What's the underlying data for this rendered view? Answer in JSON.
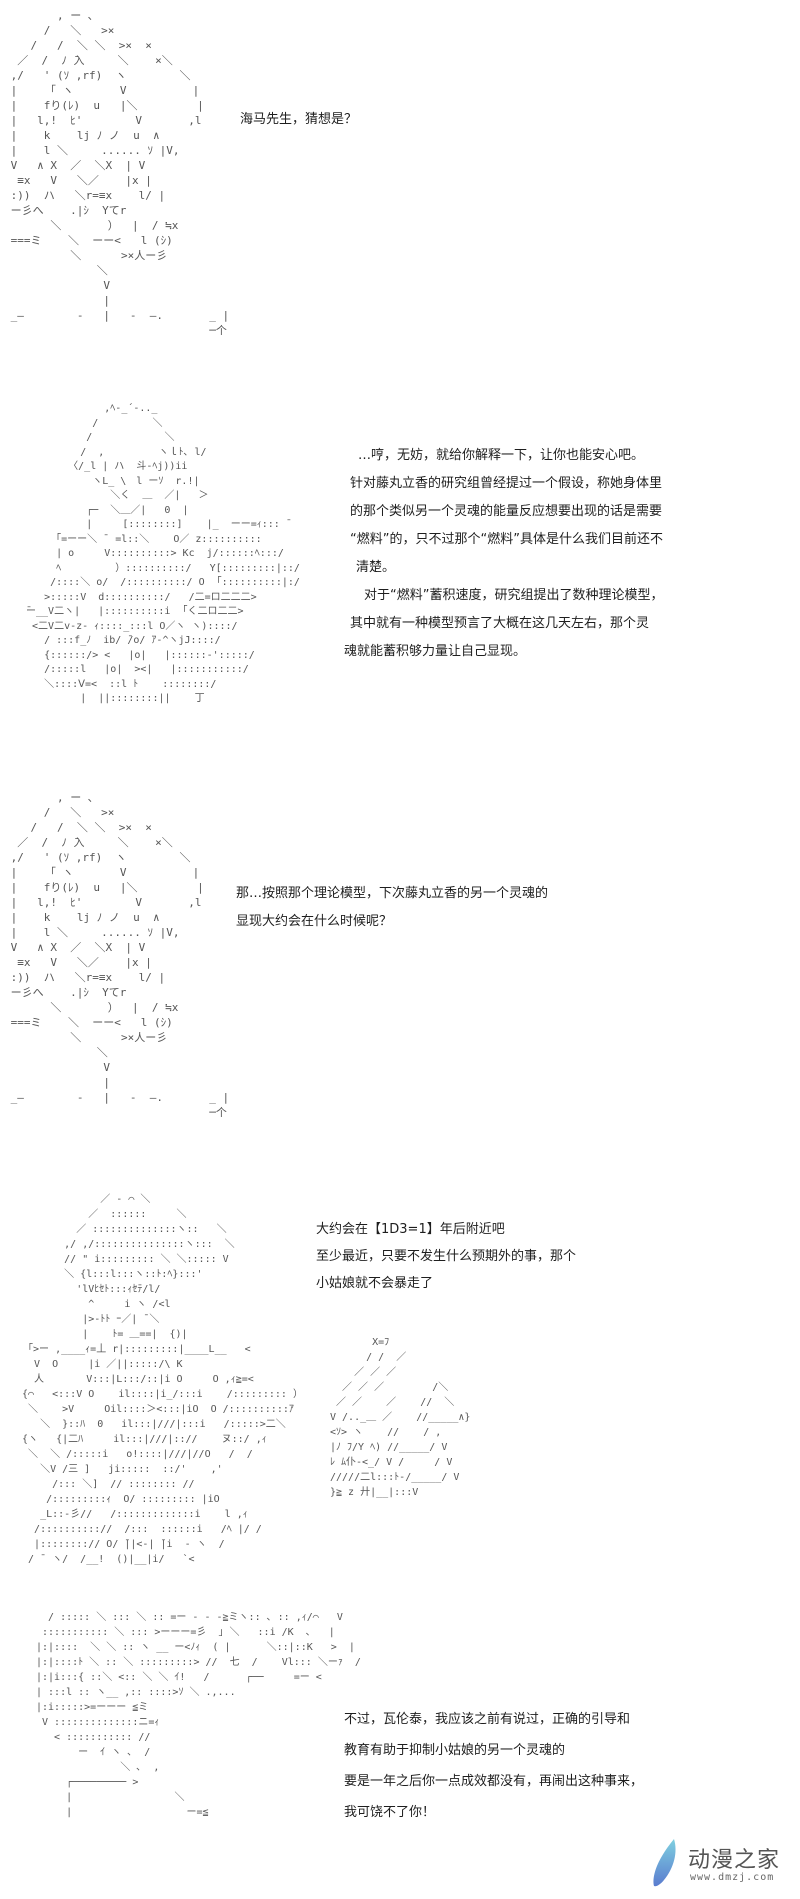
{
  "page": {
    "type": "ascii-art comic page",
    "background": "#ffffff"
  },
  "panels": [
    {
      "id": 1,
      "character": "AA character A (girl with hair bun)",
      "dialogue": [
        "海马先生，猜想是？"
      ]
    },
    {
      "id": 2,
      "character": "AA character B (seated figure)",
      "dialogue": [
        "…哼，无妨，就给你解释一下，让你也能安心吧。",
        "针对藤丸立香的研究组曾经提过一个假设，称她身体里",
        "的那个类似另一个灵魂的能量反应想要出现的话是需要",
        "“燃料”的，只不过那个“燃料”具体是什么我们目前还不",
        "清楚。",
        "对于“燃料”蓄积速度，研究组提出了数种理论模型，",
        "其中就有一种模型预言了大概在这几天左右，那个灵",
        "魂就能蓄积够力量让自己显现。"
      ]
    },
    {
      "id": 3,
      "character": "AA character A (girl with hair bun)",
      "dialogue": [
        "那…按照那个理论模型，下次藤丸立香的另一个灵魂的",
        "显现大约会在什么时候呢？"
      ]
    },
    {
      "id": 4,
      "character": "AA character B (standing with machinery)",
      "dialogue": [
        "大约会在【1D3=1】年后附近吧",
        "至少最近，只要不发生什么预期外的事，那个",
        "小姑娘就不会暴走了"
      ]
    },
    {
      "id": 5,
      "character": "AA character B (close-up face)",
      "dialogue": [
        "不过，瓦伦泰，我应该之前有说过，正确的引导和",
        "教育有助于抑制小姑娘的另一个灵魂的",
        "要是一年之后你一点成效都没有，再闹出这种事来，",
        "我可饶不了你！"
      ]
    }
  ],
  "ascii_art": {
    "p1": "        , ー ､\n      /   ＼   >×\n    /   /  ＼ ＼  >×  ×\n  ／  /  ﾉ ̄入     ＼    ×＼\n ,/   ' (ｿ ,rf)  ヽ        ＼\n |     ｢ ヽ       V          |\n |    fり(ﾚ)  u   |＼         |\n |   l,!  ﾋ'        V       ,l\n |    k    lj ﾉ ノ  u  ∧\n |    l ＼     ...... ｿ |V,\n V   ∧ X  ／  ＼X  | V\n  ≡x   V   ＼／    |x |\n :))  ハ   ＼r=≡x    l/ |\n ー彡へ    .|ｼ  Yてr\n       ＼       ）  |  / ≒x\n ===ミ    ＼  ーー<   l (ｼ)\n          ＼      >×人ー彡\n              ＼\n               V\n               |\n _—        -   |   -  —.       _ |\n                               ─个",
    "p2": "              ,ﾍ‐_´‐.._\n            /         ＼\n           /            ＼\n          /  ,         ヽｌﾄ､ l/\n        〈/_l | ハ  斗‐ﾍj))ii\n            ヽL_ \\　l ーｿ  r.!|\n               ＼く  ＿  ／|   ＞\n           ┌─  ＼＿／|   0  |\n           |     [::::::::]    |_  ーー=ｨ::: ̄\n      ｢=ーー＼ ̄  =l::＼    O／ z::::::::::\n      | o     V::::::::::> Kc  j/::::::ﾍ:::/\n      ﾍ         ）::::::::::/   Y[:::::::::|::/\n     /::::＼ o/  /::::::::::/ O  ｢::::::::::|:/\n    >:::::V  d::::::::::/   /二=ロ二二二>\n ̄ー__V二ヽ|   |::::::::::i  ｢く二ロ二二>\n  <二V二v‐z‐ ｨ::::_:::l O／ヽ ヽ)::::/\n    / :::f_ﾉ  ib/ ̄/o/ ｱ‐^ヽjJ::::/\n    {::::::/> <   |o|   |::::::‐':::::/\n    /:::::l   |o|  ><|   |:::::::::::/\n    ＼::::Ⅴ=<  ::l ﾄ    ::::::::/\n          |  ||::::::::||    丁",
    "p4": "              ／ ‐ ⌒ ＼\n            ／  ::::::     ＼\n          ／ ::::::::::::::ヽ::   ＼\n        ,/ ,/:::::::::::::::ヽ:::  ＼\n        // \" i::::::::: ＼ ＼::::: V\n        ＼ {l:::l:::ヽ::ﾄ:ﾍ}:::'\n          'lVﾋｾﾄ:::ｨｾﾃ/l/\n            ^     i ヽ /<l\n           |>‐ﾄﾄ ｰ／| ̄ ＼\n           |    ﾄ= ＿==|  {)|\n  ｢>ー ,____ｨ=丄 r|:::::::::|____L__   <\n   V  O     |i ／||:::::/\\ K\n   人       V:::|L:::/::|i O     O ,ｨ≧=<\n {⌒   <:::V O    il::::|i_/:::i    /::::::::: ）\n  ＼    >V     Oil::::＞<:::|iO  O /::::::::::ｱ\n    ＼  }::ﾊ  0   il:::|///|:::i   /:::::>二＼\n {ヽ   {|二ﾊ     il:::|///|:://    ヌ::/ ,ｨ\n  ＼  ＼ /:::::i   o!::::|///|//O   /  /\n    ＼V /三 ]   ji:::::  ::/'    ,'\n      /::: ＼]  // :::::::: //\n     /:::::::::ｨ  O/ ::::::::: |iO\n    _L::‐彡//   /:::::::::::::i    l ,ｨ\n   /:::::::::://  /:::  ::::::i   /ﾍ |/ /\n   |::::::::// O/ ̄||<‐| ̄|i  ‐ ヽ  /\n  / ̄  ヽ/  /__!  ()|__|i/   `<",
    "p4b": "       X=ﾌ\n      / /  ／\n    ／ ／ ／\n  ／ ／ ／        /＼\n ／ ／    ／    //  ＼\nV /.._＿ ／    //_____∧}\n<ｿ> ヽ    //    / ,\n|ﾉ ﾌ/Y ﾍ) //_____/ V\nﾚ ﾑ仆‐<_/ V /     / V\n/////二l:::ﾄ‐/_____/ V\n}≧ z 廾|__|:::V",
    "p5": "  / ::::: ＼ ::: ＼ :: =ー ‐ ‐ ‐≧ミヽ:: ､ :: ,ｨ/⌒   V\n ::::::::::: ＼ ::: >ーーー=彡  ｣ ＼   ::i /K  ､   |\n|:|::::  ＼ ＼ :: ヽ __ ー<ﾉｨ  ( |      ＼::|::K   >  |\n|:|::::ﾄ ＼ :: ＼ :::::::::> //  七  /    Vl::: ＼ーｧ  /\n|:|i:::{ ::＼ <:: ＼ ＼ ｲ!   /      ┌──     =ー <\n| :::l :: ヽ__ ,:: ::::>ｿ ＼ .,...\n|:i:::::>=ーーー ≦ミ\n V ::::::::::::::ニ=ｨ\n   < ::::::::::: //\n       ー  ｲ ヽ ､  /\n              ＼ ､  ,\n     ┌───────── >\n     |                 ＼\n     |                   ー=≦"
  },
  "watermark": {
    "title": "动漫之家",
    "url": "www.dmzj.com",
    "feather_color_top": "#7fd0e0",
    "feather_color_bottom": "#5a7ccf"
  }
}
